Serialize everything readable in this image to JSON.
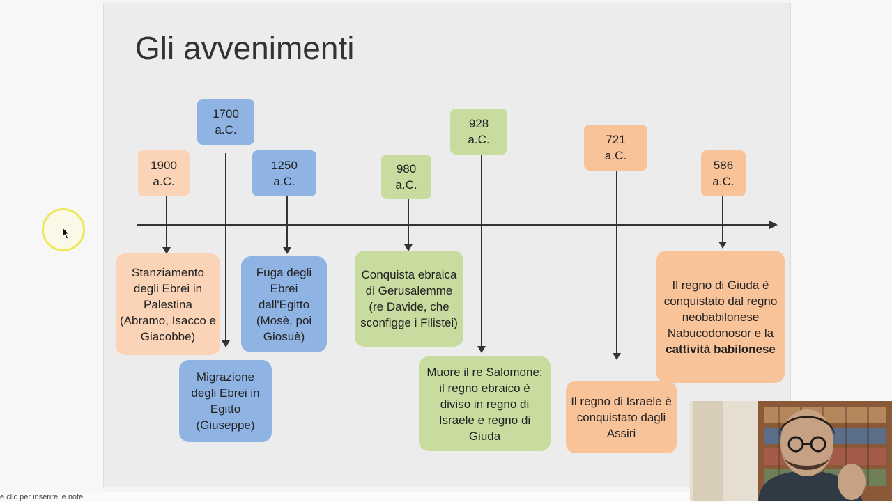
{
  "slide": {
    "title": "Gli avvenimenti"
  },
  "events": [
    {
      "date": "1900\na.C.",
      "description": "Stanziamento degli Ebrei in Palestina (Abramo, Isacco e Giacobbe)"
    },
    {
      "date": "1700\na.C.",
      "description": "Migrazione degli Ebrei in Egitto (Giuseppe)"
    },
    {
      "date": "1250\na.C.",
      "description": "Fuga degli Ebrei dall'Egitto (Mosè, poi Giosuè)"
    },
    {
      "date": "980\na.C.",
      "description": "Conquista ebraica di Gerusalemme (re Davide, che sconfigge i Filistei)"
    },
    {
      "date": "928\na.C.",
      "description": "Muore il re Salomone: il regno ebraico è diviso in regno di Israele e regno di Giuda"
    },
    {
      "date": "721\na.C.",
      "description": "Il regno di Israele è conquistato dagli Assiri"
    },
    {
      "date": "586\na.C.",
      "description_plain": "Il regno di Giuda è conquistato dal regno neobabilonese Nabucodonosor e la",
      "description_bold": "cattività babilonese"
    }
  ],
  "notes": {
    "placeholder": "e clic per inserire le note"
  },
  "colors": {
    "orange": "#f9c39a",
    "blue": "#8fb4e3",
    "green": "#c9dc9f",
    "axis": "#333333"
  }
}
